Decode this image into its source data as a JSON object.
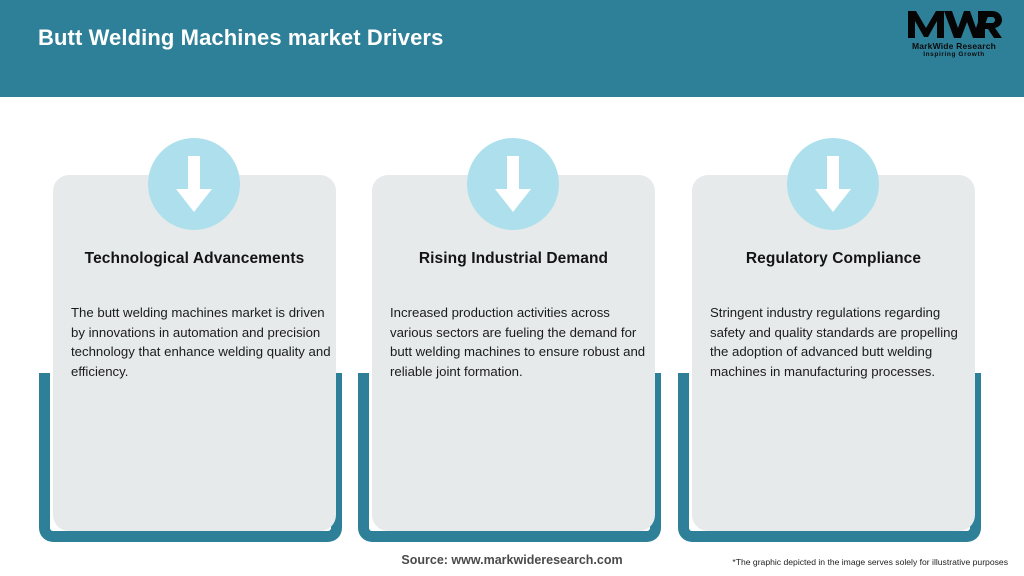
{
  "header": {
    "title": "Butt Welding Machines market Drivers",
    "bg_color": "#2E8098",
    "title_color": "#FFFFFF"
  },
  "logo": {
    "mark": "MWR",
    "name": "MarkWide Research",
    "tagline": "Inspiring Growth"
  },
  "theme": {
    "teal": "#2E8098",
    "card_bg": "#E7EAEB",
    "badge_blue": "#ADE0EC",
    "arrow_color": "#FFFFFF",
    "heading_color": "#141414",
    "body_color": "#1B1B1B"
  },
  "cards": [
    {
      "icon": "arrow-down-icon",
      "title": "Technological Advancements",
      "body": "The butt welding machines market is driven by innovations in automation and precision technology that enhance welding quality and efficiency."
    },
    {
      "icon": "arrow-down-icon",
      "title": "Rising Industrial Demand",
      "body": "Increased production activities across various sectors are fueling the demand for butt welding machines to ensure robust and reliable joint formation."
    },
    {
      "icon": "arrow-down-icon",
      "title": "Regulatory Compliance",
      "body": "Stringent industry regulations regarding safety and quality standards are propelling the adoption of advanced butt welding machines in manufacturing processes."
    }
  ],
  "footer": {
    "source": "Source: www.markwideresearch.com",
    "disclaimer": "*The graphic depicted in the image serves solely for illustrative purposes"
  }
}
